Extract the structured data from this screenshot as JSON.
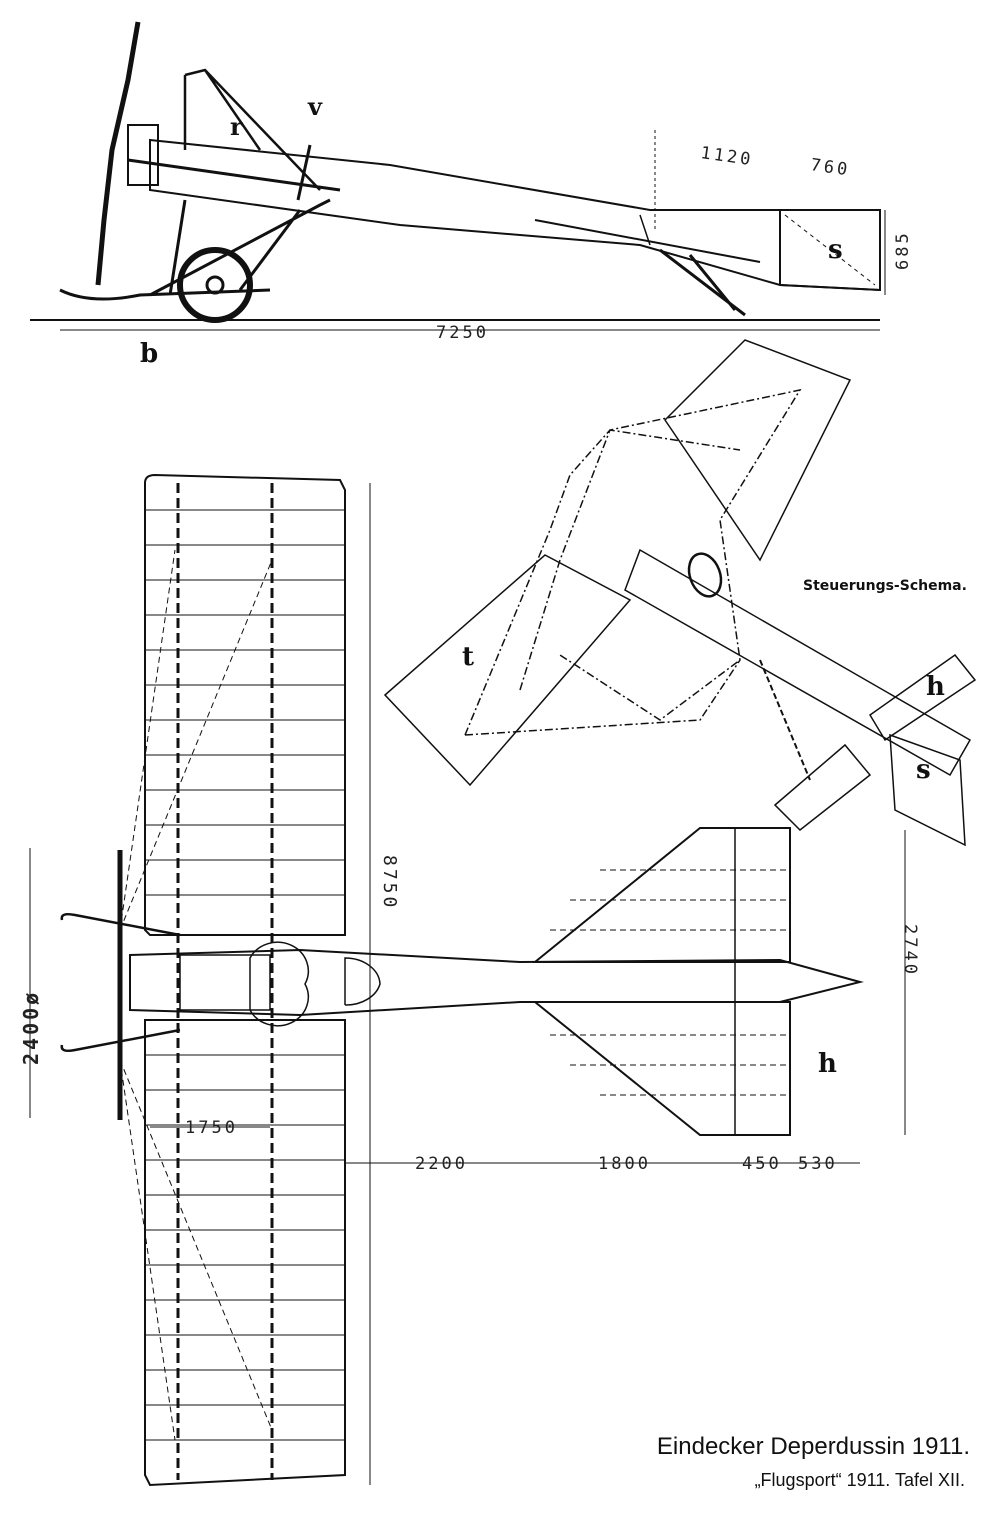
{
  "side_view": {
    "labels": {
      "r": "r",
      "v": "v",
      "b": "b",
      "s": "s"
    },
    "dims": {
      "d1120": "1120",
      "d760": "760",
      "d685": "685",
      "d7250": "7250"
    }
  },
  "schema": {
    "title": "Steuerungs-Schema.",
    "labels": {
      "t": "t",
      "h": "h",
      "s": "s"
    }
  },
  "plan_view": {
    "labels": {
      "h": "h"
    },
    "dims": {
      "span": "8750",
      "prop": "2400ø",
      "chord": "1750",
      "tail": "2740",
      "a": "2200",
      "b": "1800",
      "c": "450",
      "d": "530"
    }
  },
  "caption": {
    "title": "Eindecker Deperdussin 1911.",
    "source": "„Flugsport“ 1911. Tafel XII."
  }
}
